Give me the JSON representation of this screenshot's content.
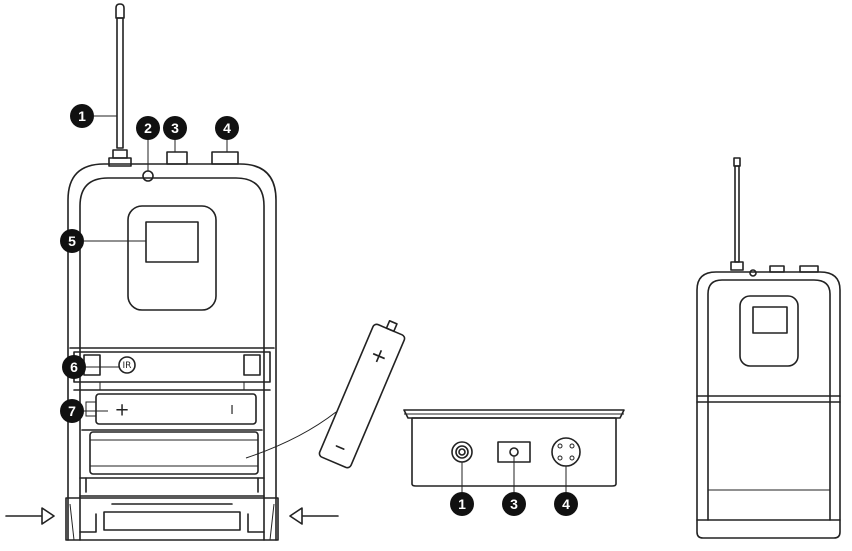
{
  "callouts": {
    "antenna": "1",
    "mute_led": "2",
    "mini_jack": "3",
    "xlr_jack": "4",
    "display": "5",
    "ir_window": "6",
    "battery_slot": "7"
  },
  "symbols": {
    "plus": "+",
    "minus": "I",
    "ir": "IR"
  },
  "bottom_view_callouts": [
    "1",
    "3",
    "4"
  ]
}
